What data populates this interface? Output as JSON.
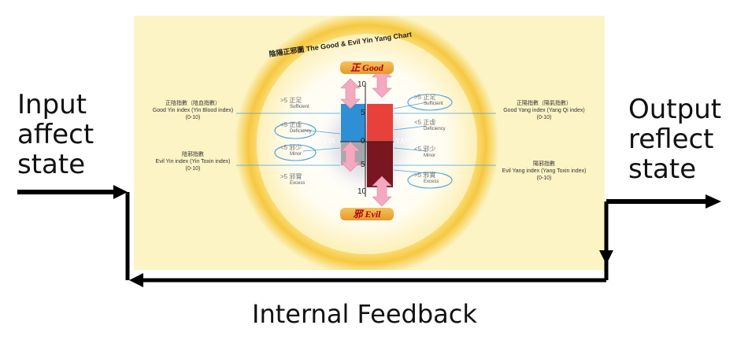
{
  "flow": {
    "input_label": "Input\naffect\nstate",
    "output_label": "Output\nreflect\nstate",
    "feedback_label": "Internal Feedback"
  },
  "chart": {
    "title": "陰陽正邪圖 The Good & Evil Yin Yang Chart",
    "good_label": "正 Good",
    "evil_label": "邪 Evil",
    "ticks": [
      "10",
      "5",
      "0",
      "5",
      "10"
    ],
    "yin_label": "YIN",
    "yang_label": "YANG",
    "left_good": {
      "title": "正陰指數（陰血指數）",
      "subtitle": "Good Yin index (Yin Blood index)",
      "range": "(0-10)"
    },
    "left_evil": {
      "title": "陰邪指數",
      "subtitle": "Evil Yin index (Yin Toxin index)",
      "range": "(0-10)"
    },
    "right_good": {
      "title": "正陽指數（陽氣指數）",
      "subtitle": "Good Yang index (Yang Qi index)",
      "range": "(0-10)"
    },
    "right_evil": {
      "title": "陽邪指數",
      "subtitle": "Evil Yang index (Yang Toxin index)",
      "range": "(0-10)"
    },
    "left_markers": [
      {
        "threshold": ">5",
        "zh": "正足",
        "en": "Sufficient"
      },
      {
        "threshold": "<5",
        "zh": "正虛",
        "en": "Deficiency"
      },
      {
        "threshold": "<5",
        "zh": "邪少",
        "en": "Minor"
      },
      {
        "threshold": ">5",
        "zh": "邪實",
        "en": "Excess"
      }
    ],
    "right_markers": [
      {
        "threshold": ">5",
        "zh": "正足",
        "en": "Sufficient"
      },
      {
        "threshold": "<5",
        "zh": "正虛",
        "en": "Deficiency"
      },
      {
        "threshold": "<5",
        "zh": "邪少",
        "en": "Minor"
      },
      {
        "threshold": ">5",
        "zh": "邪實",
        "en": "Excess"
      }
    ]
  },
  "colors": {
    "good_yang": "#e8413b",
    "good_yin": "#2f8fd4",
    "evil_yang": "#7a1620",
    "evil_yin": "#9aa0a8",
    "arrow_pink": "#f3a9bf",
    "line_blue": "#4aa3d8"
  }
}
